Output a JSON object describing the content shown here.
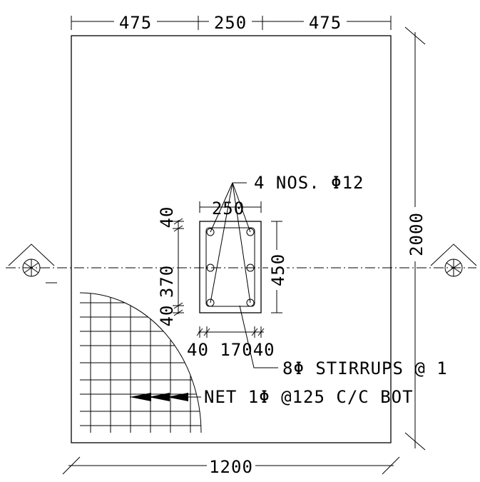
{
  "dimensions": {
    "top_left": "475",
    "top_mid": "250",
    "top_right": "475",
    "bottom": "1200",
    "right": "2000",
    "column_width": "250",
    "column_depth": "450",
    "cover_top": "40",
    "inner_depth": "370",
    "cover_bottom": "40",
    "bottom_split": "40 17040"
  },
  "labels": {
    "main_bars": "4 NOS. Φ12",
    "stirrups": "8Φ   STIRRUPS @ 1",
    "net": "NET 1Φ    @125 C/C BOT"
  },
  "section_marks": {
    "left_symbol": "crosshair-circle",
    "right_symbol": "crosshair-circle"
  }
}
